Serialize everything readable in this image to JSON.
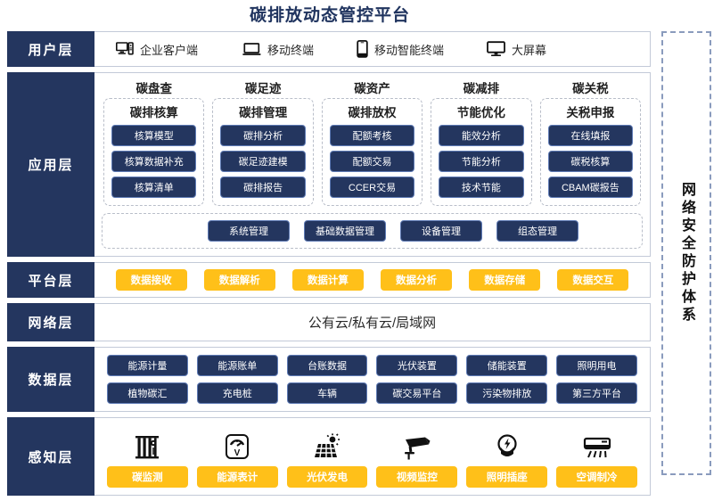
{
  "title": "碳排放动态管控平台",
  "security_panel": {
    "label": "网络安全防护体系"
  },
  "layers": {
    "user": {
      "label": "用户层",
      "items": [
        {
          "icon": "desktop-tower-icon",
          "label": "企业客户端"
        },
        {
          "icon": "laptop-icon",
          "label": "移动终端"
        },
        {
          "icon": "smartphone-icon",
          "label": "移动智能终端"
        },
        {
          "icon": "big-screen-icon",
          "label": "大屏幕"
        }
      ]
    },
    "application": {
      "label": "应用层",
      "columns": [
        {
          "title": "碳盘查",
          "group_title": "碳排核算",
          "items": [
            "核算模型",
            "核算数据补充",
            "核算清单"
          ]
        },
        {
          "title": "碳足迹",
          "group_title": "碳排管理",
          "items": [
            "碳排分析",
            "碳足迹建模",
            "碳排报告"
          ]
        },
        {
          "title": "碳资产",
          "group_title": "碳排放权",
          "items": [
            "配额考核",
            "配额交易",
            "CCER交易"
          ]
        },
        {
          "title": "碳减排",
          "group_title": "节能优化",
          "items": [
            "能效分析",
            "节能分析",
            "技术节能"
          ]
        },
        {
          "title": "碳关税",
          "group_title": "关税申报",
          "items": [
            "在线填报",
            "碳税核算",
            "CBAM碳报告"
          ]
        }
      ],
      "management": [
        "系统管理",
        "基础数据管理",
        "设备管理",
        "组态管理"
      ]
    },
    "platform": {
      "label": "平台层",
      "items": [
        "数据接收",
        "数据解析",
        "数据计算",
        "数据分析",
        "数据存储",
        "数据交互"
      ]
    },
    "network": {
      "label": "网络层",
      "text": "公有云/私有云/局域网"
    },
    "data": {
      "label": "数据层",
      "row1": [
        "能源计量",
        "能源账单",
        "台账数据",
        "光伏装置",
        "储能装置",
        "照明用电"
      ],
      "row2": [
        "植物碳汇",
        "充电桩",
        "车辆",
        "碳交易平台",
        "污染物排放",
        "第三方平台"
      ]
    },
    "sensing": {
      "label": "感知层",
      "items": [
        {
          "icon": "smokestack-carbon-icon",
          "label": "碳监测"
        },
        {
          "icon": "energy-meter-icon",
          "label": "能源表计"
        },
        {
          "icon": "solar-panel-icon",
          "label": "光伏发电"
        },
        {
          "icon": "cctv-camera-icon",
          "label": "视频监控"
        },
        {
          "icon": "light-bulb-icon",
          "label": "照明插座"
        },
        {
          "icon": "air-conditioner-icon",
          "label": "空调制冷"
        }
      ]
    }
  },
  "colors": {
    "navy": "#24365f",
    "yellow": "#ffc019",
    "border": "#c3cad8",
    "dashed": "#b9bec9"
  }
}
